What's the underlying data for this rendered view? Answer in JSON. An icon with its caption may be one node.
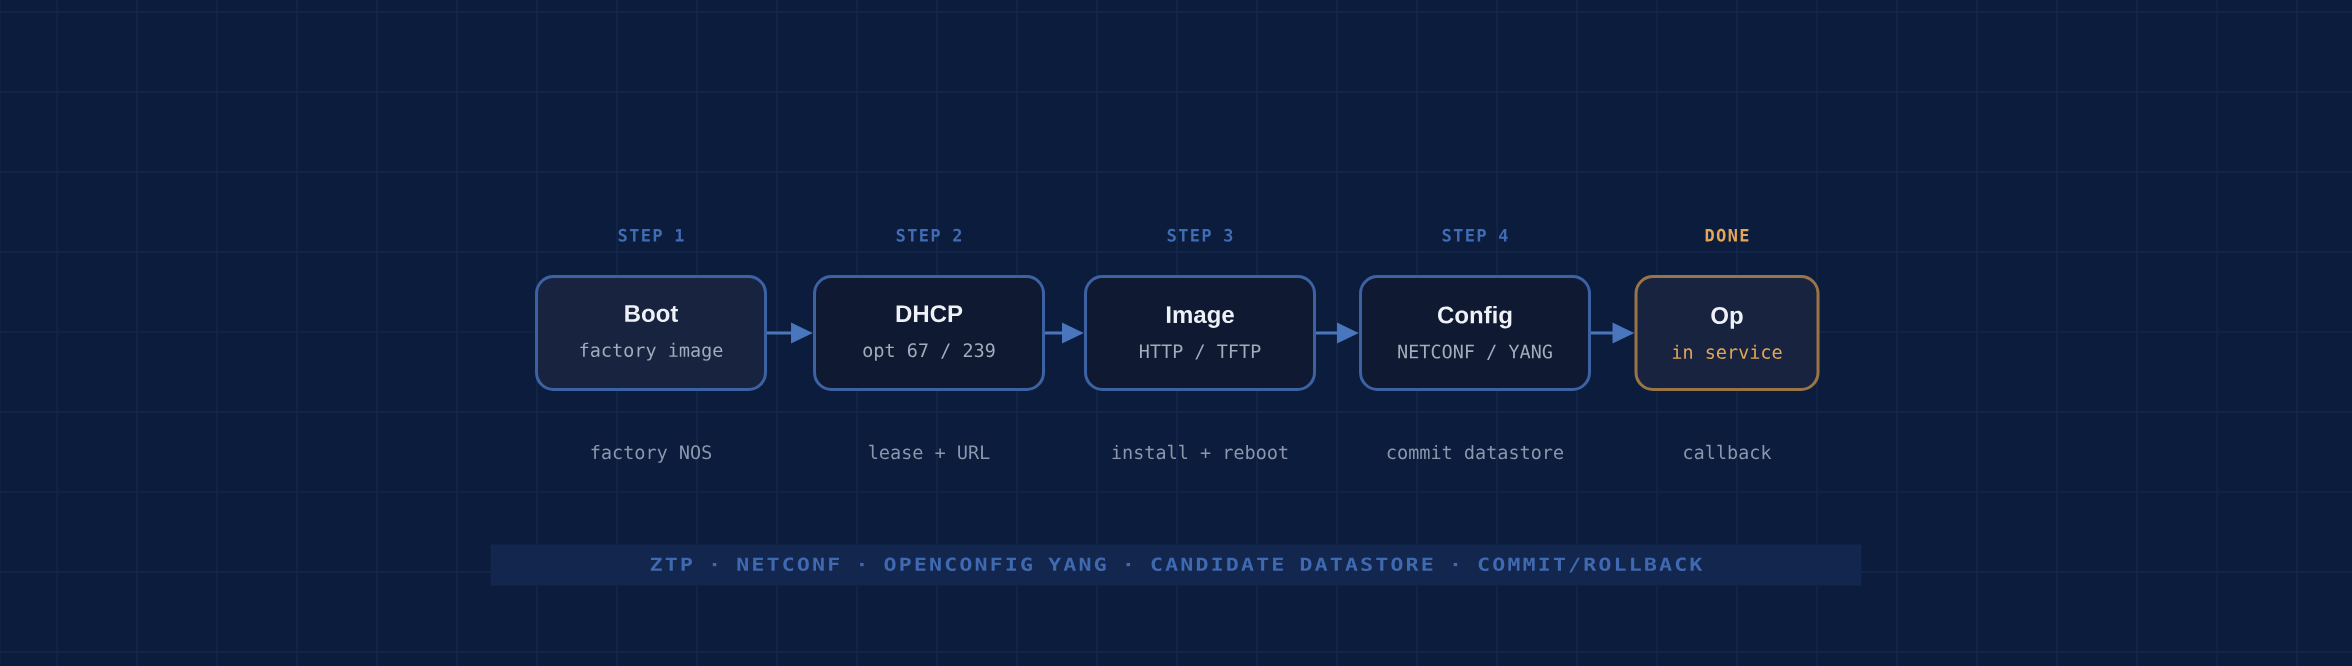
{
  "diagram": {
    "nodes": [
      {
        "text": [
          "Boot",
          "factory image"
        ],
        "beside": [
          "STEP 1",
          "factory NOS"
        ]
      },
      {
        "text": [
          "DHCP",
          "opt 67 / 239"
        ],
        "beside": [
          "STEP 2",
          "lease + URL"
        ]
      },
      {
        "text": [
          "Image",
          "HTTP / TFTP"
        ],
        "beside": [
          "STEP 3",
          "install + reboot"
        ]
      },
      {
        "text": [
          "Config",
          "NETCONF / YANG"
        ],
        "beside": [
          "STEP 4",
          "commit datastore"
        ]
      },
      {
        "text": [
          "Op",
          "in service"
        ],
        "beside": [
          "DONE",
          "callback"
        ]
      },
      {
        "text": [
          "ZTP · NETCONF · OPENCONFIG YANG · CANDIDATE DATASTORE · COMMIT/ROLLBACK"
        ]
      }
    ],
    "edges": [
      {
        "from": 0,
        "to": 1,
        "arrow": "to"
      },
      {
        "from": 1,
        "to": 2,
        "arrow": "to"
      },
      {
        "from": 2,
        "to": 3,
        "arrow": "to"
      },
      {
        "from": 3,
        "to": 4,
        "arrow": "to"
      }
    ]
  }
}
